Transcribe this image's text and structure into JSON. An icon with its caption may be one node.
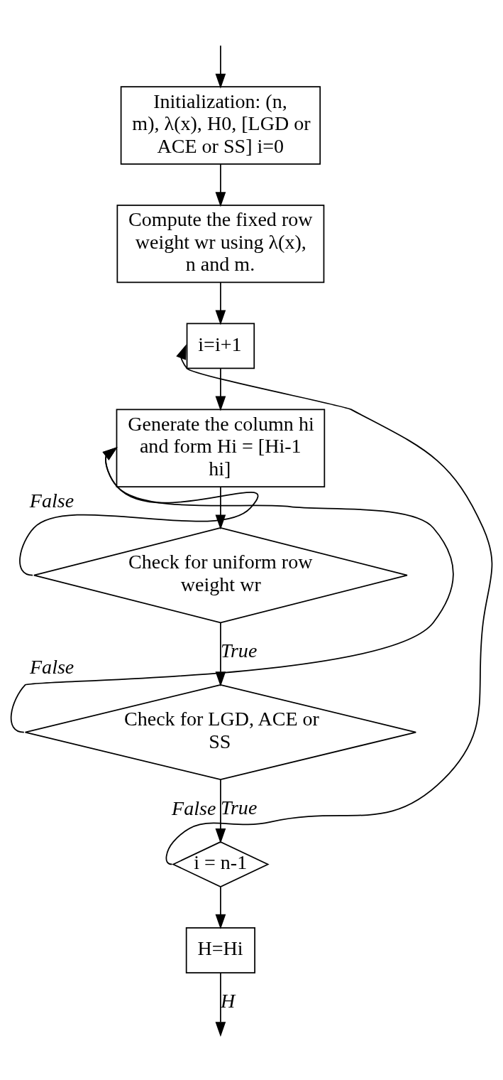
{
  "diagram": {
    "nodes": [
      {
        "text": [
          "Initialization: (n, m), λ(x), H0, [LGD or ACE or SS] i=0"
        ]
      },
      {
        "text": [
          "Compute the fixed row weight wr using λ(x), n and m."
        ]
      },
      {
        "text": [
          "i=i+1"
        ]
      },
      {
        "text": [
          "Generate the column hi and form Hi = [Hi-1 hi]"
        ]
      },
      {
        "text": [
          "Check for uniform row weight wr"
        ]
      },
      {
        "text": [
          "Check for LGD, ACE or SS"
        ]
      },
      {
        "text": [
          "i = n-1"
        ]
      },
      {
        "text": [
          "H=Hi"
        ]
      }
    ],
    "edges": [
      {
        "from": null,
        "to": 0,
        "arrow": "to"
      },
      {
        "from": 0,
        "to": 1,
        "arrow": "to"
      },
      {
        "from": 1,
        "to": 2,
        "arrow": "to"
      },
      {
        "from": 2,
        "to": 3,
        "arrow": "to"
      },
      {
        "from": 3,
        "to": 4,
        "arrow": "to"
      },
      {
        "from": 4,
        "to": 3,
        "arrow": "to",
        "label": "False"
      },
      {
        "from": 4,
        "to": 5,
        "arrow": "to",
        "label": "True"
      },
      {
        "from": 5,
        "to": 3,
        "arrow": "to",
        "label": "False"
      },
      {
        "from": 5,
        "to": 6,
        "arrow": "to",
        "label": "True"
      },
      {
        "from": 6,
        "to": 2,
        "arrow": "to",
        "label": "False"
      },
      {
        "from": 6,
        "to": 7,
        "arrow": "to"
      },
      {
        "from": 7,
        "to": null,
        "arrow": "to",
        "label": "H"
      }
    ]
  }
}
